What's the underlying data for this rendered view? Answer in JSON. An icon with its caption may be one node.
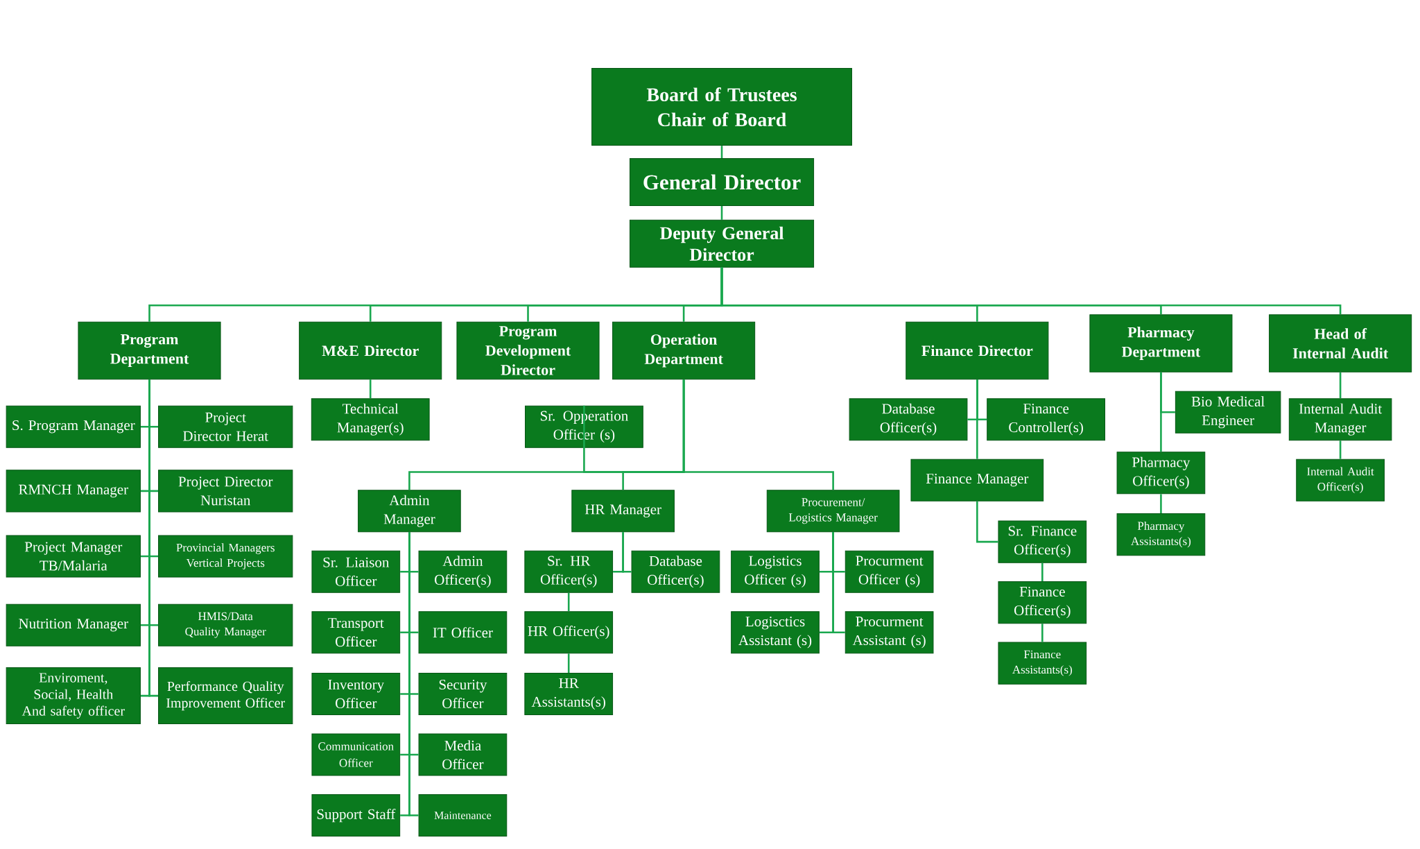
{
  "diagram": {
    "nodes": [
      {
        "text": [
          "Board of Trustees",
          "Chair of Board"
        ]
      },
      {
        "text": [
          "General Director"
        ]
      },
      {
        "text": [
          "Deputy General Director"
        ]
      },
      {
        "text": [
          "Program Department"
        ]
      },
      {
        "text": [
          "M&E Director"
        ]
      },
      {
        "text": [
          "Program Development Director"
        ]
      },
      {
        "text": [
          "Operation Department"
        ]
      },
      {
        "text": [
          "Finance Director"
        ]
      },
      {
        "text": [
          "Pharmacy Department"
        ]
      },
      {
        "text": [
          "Head of Internal Audit"
        ]
      },
      {
        "text": [
          "S. Program Manager"
        ]
      },
      {
        "text": [
          "Project Director Herat"
        ]
      },
      {
        "text": [
          "RMNCH Manager"
        ]
      },
      {
        "text": [
          "Project Director Nuristan"
        ]
      },
      {
        "text": [
          "Project Manager TB/Malaria"
        ]
      },
      {
        "text": [
          "Provincial Managers Vertical Projects"
        ]
      },
      {
        "text": [
          "Nutrition Manager"
        ]
      },
      {
        "text": [
          "HMIS/Data Quality Manager"
        ]
      },
      {
        "text": [
          "Enviroment, Social, Health And safety officer"
        ]
      },
      {
        "text": [
          "Performance Quality Improvement Officer"
        ]
      },
      {
        "text": [
          "Technical Manager(s)"
        ]
      },
      {
        "text": [
          "Sr. Opperation Officer (s)"
        ]
      },
      {
        "text": [
          "Admin Manager"
        ]
      },
      {
        "text": [
          "HR Manager"
        ]
      },
      {
        "text": [
          "Procurement/ Logistics Manager"
        ]
      },
      {
        "text": [
          "Sr. Liaison Officer"
        ]
      },
      {
        "text": [
          "Admin Officer(s)"
        ]
      },
      {
        "text": [
          "Transport Officer"
        ]
      },
      {
        "text": [
          "IT Officer"
        ]
      },
      {
        "text": [
          "Inventory Officer"
        ]
      },
      {
        "text": [
          "Security Officer"
        ]
      },
      {
        "text": [
          "Communication Officer"
        ]
      },
      {
        "text": [
          "Media Officer"
        ]
      },
      {
        "text": [
          "Support Staff"
        ]
      },
      {
        "text": [
          "Maintenance"
        ]
      },
      {
        "text": [
          "Sr. HR Officer(s)"
        ]
      },
      {
        "text": [
          "Database Officer(s)"
        ]
      },
      {
        "text": [
          "HR Officer(s)"
        ]
      },
      {
        "text": [
          "HR Assistants(s)"
        ]
      },
      {
        "text": [
          "Logistics Officer (s)"
        ]
      },
      {
        "text": [
          "Procurment Officer (s)"
        ]
      },
      {
        "text": [
          "Logisctics Assistant (s)"
        ]
      },
      {
        "text": [
          "Procurment Assistant (s)"
        ]
      },
      {
        "text": [
          "Database Officer(s)"
        ]
      },
      {
        "text": [
          "Finance Controller(s)"
        ]
      },
      {
        "text": [
          "Finance Manager"
        ]
      },
      {
        "text": [
          "Sr. Finance Officer(s)"
        ]
      },
      {
        "text": [
          "Finance Officer(s)"
        ]
      },
      {
        "text": [
          "Finance Assistants(s)"
        ]
      },
      {
        "text": [
          "Bio Medical Engineer"
        ]
      },
      {
        "text": [
          "Pharmacy Officer(s)"
        ]
      },
      {
        "text": [
          "Pharmacy Assistants(s)"
        ]
      },
      {
        "text": [
          "Internal Audit Manager"
        ]
      },
      {
        "text": [
          "Internal Audit Officer(s)"
        ]
      }
    ],
    "edges": [
      {
        "from": 0,
        "to": 1,
        "arrow": "none"
      },
      {
        "from": 1,
        "to": 2,
        "arrow": "none"
      },
      {
        "from": 2,
        "to": 3,
        "arrow": "none"
      },
      {
        "from": 2,
        "to": 4,
        "arrow": "none"
      },
      {
        "from": 2,
        "to": 5,
        "arrow": "none"
      },
      {
        "from": 2,
        "to": 6,
        "arrow": "none"
      },
      {
        "from": 2,
        "to": 7,
        "arrow": "none"
      },
      {
        "from": 2,
        "to": 8,
        "arrow": "none"
      },
      {
        "from": 2,
        "to": 9,
        "arrow": "none"
      },
      {
        "from": 3,
        "to": 10,
        "arrow": "none"
      },
      {
        "from": 3,
        "to": 11,
        "arrow": "none"
      },
      {
        "from": 3,
        "to": 12,
        "arrow": "none"
      },
      {
        "from": 3,
        "to": 13,
        "arrow": "none"
      },
      {
        "from": 3,
        "to": 14,
        "arrow": "none"
      },
      {
        "from": 3,
        "to": 15,
        "arrow": "none"
      },
      {
        "from": 3,
        "to": 16,
        "arrow": "none"
      },
      {
        "from": 3,
        "to": 17,
        "arrow": "none"
      },
      {
        "from": 3,
        "to": 18,
        "arrow": "none"
      },
      {
        "from": 3,
        "to": 19,
        "arrow": "none"
      },
      {
        "from": 4,
        "to": 20,
        "arrow": "none"
      },
      {
        "from": 6,
        "to": 21,
        "arrow": "none"
      },
      {
        "from": 6,
        "to": 22,
        "arrow": "none"
      },
      {
        "from": 6,
        "to": 23,
        "arrow": "none"
      },
      {
        "from": 6,
        "to": 24,
        "arrow": "none"
      },
      {
        "from": 22,
        "to": 25,
        "arrow": "none"
      },
      {
        "from": 22,
        "to": 26,
        "arrow": "none"
      },
      {
        "from": 22,
        "to": 27,
        "arrow": "none"
      },
      {
        "from": 22,
        "to": 28,
        "arrow": "none"
      },
      {
        "from": 22,
        "to": 29,
        "arrow": "none"
      },
      {
        "from": 22,
        "to": 30,
        "arrow": "none"
      },
      {
        "from": 22,
        "to": 31,
        "arrow": "none"
      },
      {
        "from": 22,
        "to": 32,
        "arrow": "none"
      },
      {
        "from": 22,
        "to": 33,
        "arrow": "none"
      },
      {
        "from": 22,
        "to": 34,
        "arrow": "none"
      },
      {
        "from": 23,
        "to": 35,
        "arrow": "none"
      },
      {
        "from": 23,
        "to": 36,
        "arrow": "none"
      },
      {
        "from": 35,
        "to": 37,
        "arrow": "none"
      },
      {
        "from": 37,
        "to": 38,
        "arrow": "none"
      },
      {
        "from": 24,
        "to": 39,
        "arrow": "none"
      },
      {
        "from": 24,
        "to": 40,
        "arrow": "none"
      },
      {
        "from": 24,
        "to": 41,
        "arrow": "none"
      },
      {
        "from": 24,
        "to": 42,
        "arrow": "none"
      },
      {
        "from": 7,
        "to": 43,
        "arrow": "none"
      },
      {
        "from": 7,
        "to": 44,
        "arrow": "none"
      },
      {
        "from": 7,
        "to": 45,
        "arrow": "none"
      },
      {
        "from": 45,
        "to": 46,
        "arrow": "none"
      },
      {
        "from": 46,
        "to": 47,
        "arrow": "none"
      },
      {
        "from": 47,
        "to": 48,
        "arrow": "none"
      },
      {
        "from": 8,
        "to": 49,
        "arrow": "none"
      },
      {
        "from": 8,
        "to": 50,
        "arrow": "none"
      },
      {
        "from": 50,
        "to": 51,
        "arrow": "none"
      },
      {
        "from": 9,
        "to": 52,
        "arrow": "none"
      },
      {
        "from": 52,
        "to": 53,
        "arrow": "none"
      }
    ]
  }
}
